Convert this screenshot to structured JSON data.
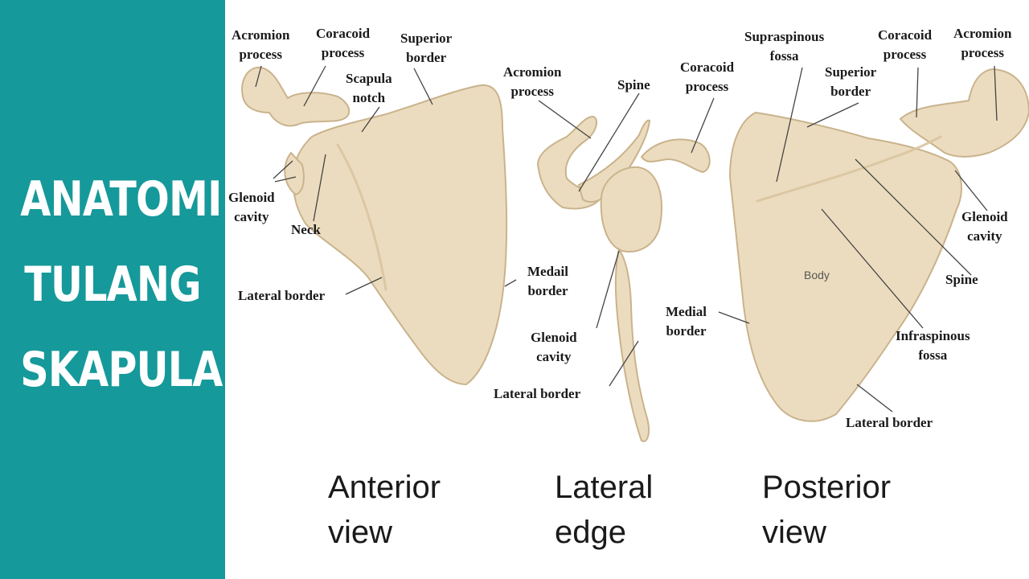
{
  "sidebar": {
    "lines": [
      "ANATOMI",
      "TULANG",
      "SKAPULA"
    ],
    "background": "#16999a",
    "text_color": "#ffffff"
  },
  "colors": {
    "bone_fill": "#ecdcbf",
    "bone_stroke": "#c9b38c",
    "bone_shade": "#d9c4a0",
    "label_color": "#1a1a1a"
  },
  "anterior": {
    "view_label": [
      "Anterior",
      "view"
    ],
    "labels": {
      "acromion": [
        "Acromion",
        "process"
      ],
      "coracoid": [
        "Coracoid",
        "process"
      ],
      "superior_border": [
        "Superior",
        "border"
      ],
      "scapula_notch": [
        "Scapula",
        "notch"
      ],
      "glenoid": [
        "Glenoid",
        "cavity"
      ],
      "neck": "Neck",
      "lateral_border": "Lateral border",
      "medial_border": [
        "Medail",
        "border"
      ]
    }
  },
  "lateral": {
    "view_label": [
      "Lateral",
      "edge"
    ],
    "labels": {
      "acromion": [
        "Acromion",
        "process"
      ],
      "spine": "Spine",
      "coracoid": [
        "Coracoid",
        "process"
      ],
      "glenoid": [
        "Glenoid",
        "cavity"
      ],
      "lateral_border": "Lateral border"
    }
  },
  "posterior": {
    "view_label": [
      "Posterior",
      "view"
    ],
    "labels": {
      "supraspinous": [
        "Supraspinous",
        "fossa"
      ],
      "coracoid": [
        "Coracoid",
        "process"
      ],
      "acromion": [
        "Acromion",
        "process"
      ],
      "superior_border": [
        "Superior",
        "border"
      ],
      "glenoid": [
        "Glenoid",
        "cavity"
      ],
      "spine": "Spine",
      "body": "Body",
      "medial_border": [
        "Medial",
        "border"
      ],
      "infraspinous": [
        "Infraspinous",
        "fossa"
      ],
      "lateral_border": "Lateral border"
    }
  }
}
